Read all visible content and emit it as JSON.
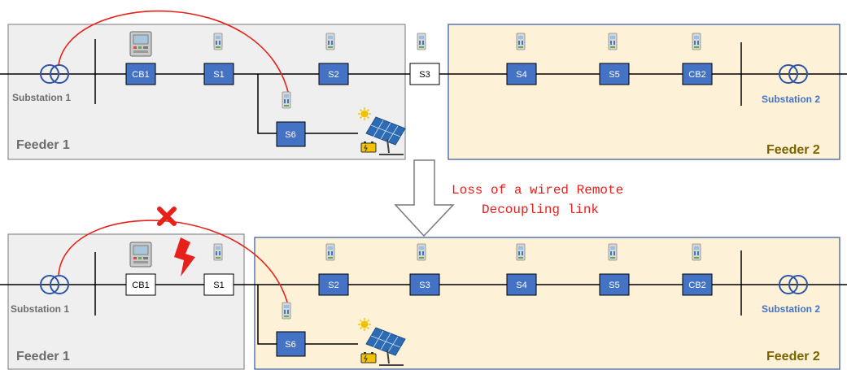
{
  "colors": {
    "feeder1_fill": "#efefef",
    "feeder1_stroke": "#8c8c8c",
    "feeder2_fill": "#fdf2d7",
    "feeder2_stroke": "#2f55a4",
    "closed_switch": "#4472c4",
    "open_switch": "#ffffff",
    "link": "#e8201a",
    "annotation": "#e8201a",
    "substation2_text": "#4472c4",
    "feeder2_text": "#7b6200",
    "feeder1_text": "#6d6d6d"
  },
  "annotation": {
    "line1": "Loss of a wired Remote",
    "line2": "Decoupling link"
  },
  "before": {
    "feeder1_label": "Feeder 1",
    "feeder2_label": "Feeder 2",
    "substation1": "Substation 1",
    "substation2": "Substation 2",
    "switches": {
      "cb1": "CB1",
      "s1": "S1",
      "s2": "S2",
      "s3": "S3",
      "s4": "S4",
      "s5": "S5",
      "cb2": "CB2",
      "s6": "S6"
    }
  },
  "after": {
    "feeder1_label": "Feeder 1",
    "feeder2_label": "Feeder 2",
    "substation1": "Substation 1",
    "substation2": "Substation 2",
    "switches": {
      "cb1": "CB1",
      "s1": "S1",
      "s2": "S2",
      "s3": "S3",
      "s4": "S4",
      "s5": "S5",
      "cb2": "CB2",
      "s6": "S6"
    }
  },
  "icons": {
    "transformer": "transformer-icon",
    "relay": "protection-relay-icon",
    "ied": "remote-terminal-unit-icon",
    "pv": "solar-panel-icon",
    "sun": "sun-icon",
    "battery": "battery-icon",
    "fault": "lightning-fault-icon",
    "link_loss": "red-x-icon",
    "arrow": "down-arrow-icon"
  }
}
